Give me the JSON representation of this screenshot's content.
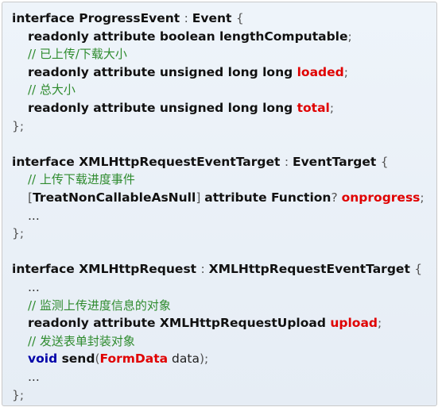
{
  "code_blocks": [
    {
      "lines": [
        {
          "indent": 0,
          "tokens": [
            {
              "t": "interface ProgressEvent ",
              "c": "kw"
            },
            {
              "t": ": ",
              "c": "punct"
            },
            {
              "t": "Event ",
              "c": "kw"
            },
            {
              "t": "{",
              "c": "punct"
            }
          ]
        },
        {
          "indent": 1,
          "tokens": [
            {
              "t": "readonly attribute boolean lengthComputable",
              "c": "kw"
            },
            {
              "t": ";",
              "c": "punct"
            }
          ]
        },
        {
          "indent": 1,
          "tokens": [
            {
              "t": "// 已上传/下载大小",
              "c": "comment"
            }
          ]
        },
        {
          "indent": 1,
          "tokens": [
            {
              "t": "readonly attribute unsigned long long ",
              "c": "kw"
            },
            {
              "t": "loaded",
              "c": "red"
            },
            {
              "t": ";",
              "c": "punct"
            }
          ]
        },
        {
          "indent": 1,
          "tokens": [
            {
              "t": "// 总大小",
              "c": "comment"
            }
          ]
        },
        {
          "indent": 1,
          "tokens": [
            {
              "t": "readonly attribute unsigned long long ",
              "c": "kw"
            },
            {
              "t": "total",
              "c": "red"
            },
            {
              "t": ";",
              "c": "punct"
            }
          ]
        },
        {
          "indent": 0,
          "tokens": [
            {
              "t": "};",
              "c": "punct"
            }
          ]
        }
      ]
    },
    {
      "lines": [
        {
          "indent": 0,
          "tokens": [
            {
              "t": "interface XMLHttpRequestEventTarget ",
              "c": "kw"
            },
            {
              "t": ": ",
              "c": "punct"
            },
            {
              "t": "EventTarget ",
              "c": "kw"
            },
            {
              "t": "{",
              "c": "punct"
            }
          ]
        },
        {
          "indent": 1,
          "tokens": [
            {
              "t": "// 上传下载进度事件",
              "c": "comment"
            }
          ]
        },
        {
          "indent": 1,
          "tokens": [
            {
              "t": "[",
              "c": "punct"
            },
            {
              "t": "TreatNonCallableAsNull",
              "c": "kw"
            },
            {
              "t": "] ",
              "c": "punct"
            },
            {
              "t": "attribute Function",
              "c": "kw"
            },
            {
              "t": "? ",
              "c": "punct"
            },
            {
              "t": "onprogress",
              "c": "red"
            },
            {
              "t": ";",
              "c": "punct"
            }
          ]
        },
        {
          "indent": 1,
          "tokens": [
            {
              "t": "...",
              "c": "dots"
            }
          ]
        },
        {
          "indent": 0,
          "tokens": [
            {
              "t": "};",
              "c": "punct"
            }
          ]
        }
      ]
    },
    {
      "lines": [
        {
          "indent": 0,
          "tokens": [
            {
              "t": "interface XMLHttpRequest ",
              "c": "kw"
            },
            {
              "t": ": ",
              "c": "punct"
            },
            {
              "t": "XMLHttpRequestEventTarget ",
              "c": "kw"
            },
            {
              "t": "{",
              "c": "punct"
            }
          ]
        },
        {
          "indent": 1,
          "tokens": [
            {
              "t": "...",
              "c": "dots"
            }
          ]
        },
        {
          "indent": 1,
          "tokens": [
            {
              "t": "// 监测上传进度信息的对象",
              "c": "comment"
            }
          ]
        },
        {
          "indent": 1,
          "tokens": [
            {
              "t": "readonly attribute XMLHttpRequestUpload ",
              "c": "kw"
            },
            {
              "t": "upload",
              "c": "red"
            },
            {
              "t": ";",
              "c": "punct"
            }
          ]
        },
        {
          "indent": 1,
          "tokens": [
            {
              "t": "// 发送表单封装对象",
              "c": "comment"
            }
          ]
        },
        {
          "indent": 1,
          "tokens": [
            {
              "t": "void ",
              "c": "blue"
            },
            {
              "t": "send",
              "c": "kw"
            },
            {
              "t": "(",
              "c": "punct"
            },
            {
              "t": "FormData",
              "c": "red"
            },
            {
              "t": " data",
              "c": "plain"
            },
            {
              "t": ");",
              "c": "punct"
            }
          ]
        },
        {
          "indent": 1,
          "tokens": [
            {
              "t": "...",
              "c": "dots"
            }
          ]
        },
        {
          "indent": 0,
          "tokens": [
            {
              "t": "};",
              "c": "punct"
            }
          ]
        }
      ]
    }
  ],
  "colors": {
    "background": "#e8eff7",
    "keyword": "#111111",
    "highlight_red": "#e00000",
    "void_blue": "#0000a8",
    "comment_green": "#2e8b2e"
  }
}
